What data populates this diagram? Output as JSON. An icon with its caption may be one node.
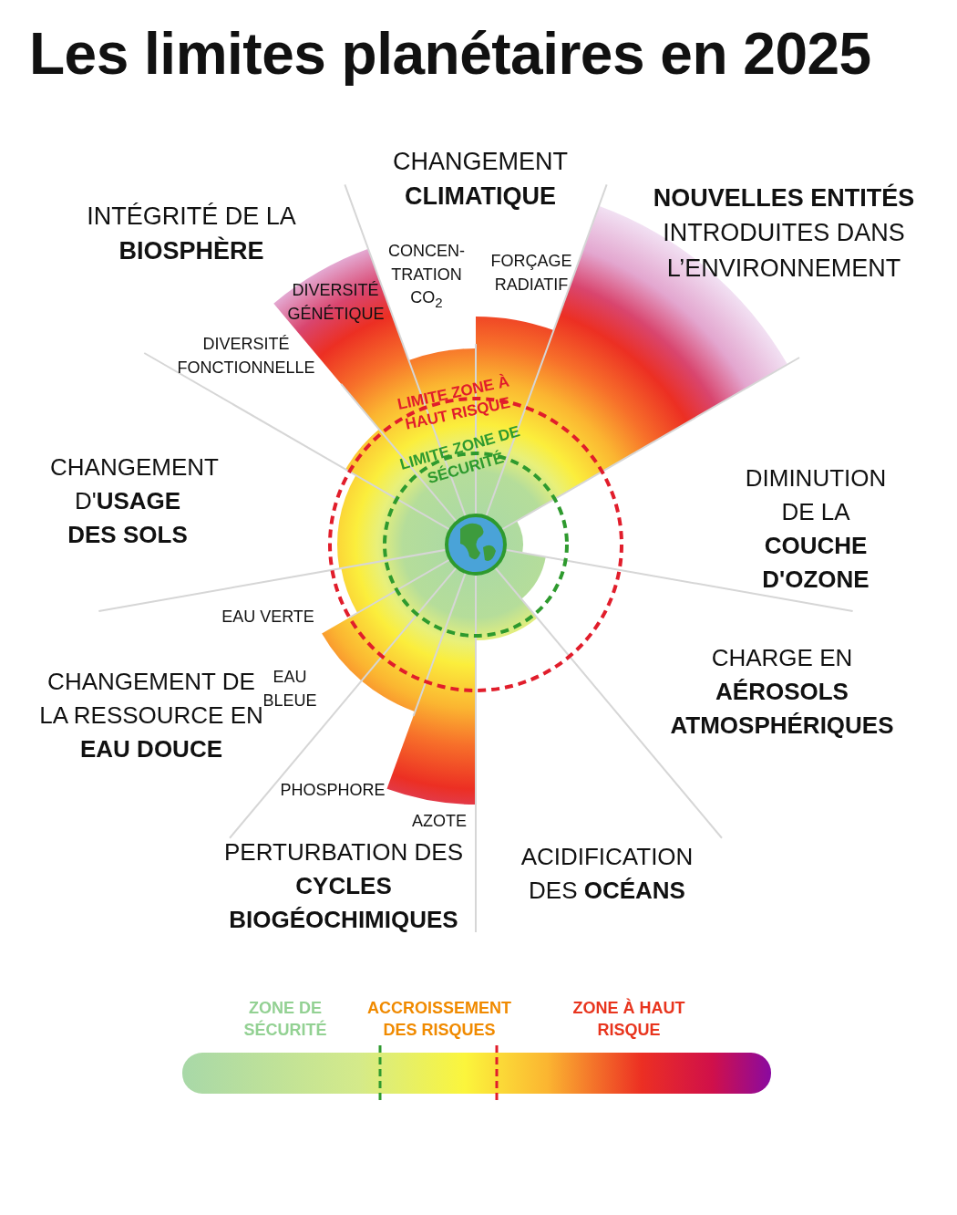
{
  "diagram": {
    "title": "Les limites planétaires en 2025",
    "labels": [
      "INTÉGRITÉ DE LA **BIOSPHÈRE**",
      "CHANGEMENT **CLIMATIQUE**",
      "**NOUVELLES ENTITÉS** INTRODUITES DANS L’ENVIRONNEMENT",
      "CONCEN- TRATION CO$_{2}$",
      "FORÇAGE RADIATIF",
      "DIVERSITÉ GÉNÉTIQUE",
      "DIVERSITÉ FONCTIONNELLE",
      "LIMITE ZONE À HAUT RISQUE",
      "LIMITE ZONE DE SÉCURITÉ",
      "CHANGEMENT D'**USAGE DES SOLS**",
      "DIMINUTION DE LA **COUCHE D'OZONE**",
      "EAU VERTE",
      "EAU BLEUE",
      "CHANGEMENT DE LA RESSOURCE EN **EAU DOUCE**",
      "CHARGE EN **AÉROSOLS ATMOSPHÉRIQUES**",
      "PHOSPHORE",
      "AZOTE",
      "PERTURBATION DES **CYCLES BIOGÉOCHIMIQUES**",
      "ACIDIFICATION DES **OCÉANS**",
      "ZONE DE SÉCURITÉ",
      "ACCROISSEMENT DES RISQUES",
      "ZONE À HAUT RISQUE"
    ]
  }
}
